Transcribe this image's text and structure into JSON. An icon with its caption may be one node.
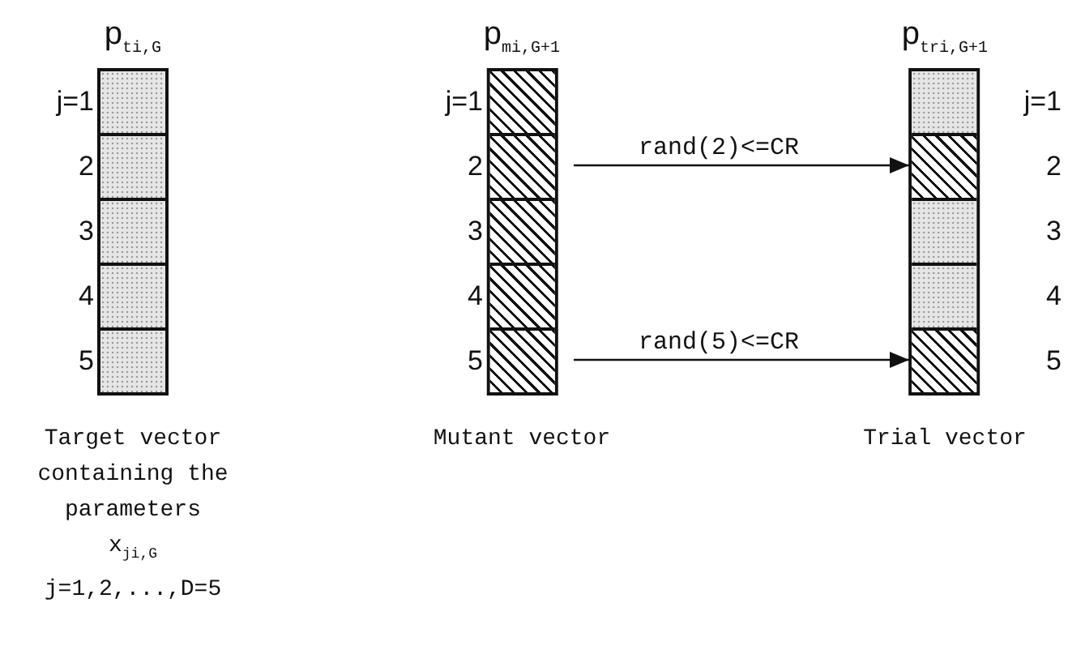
{
  "diagram": {
    "nodes": [
      {
        "text": [
          "p$_{ti,G}$"
        ],
        "beside": [
          "Target vector containing the parameters",
          "x$_{ji,G}$",
          "j=1,2,...,D=5"
        ]
      },
      {
        "text": [],
        "shape": "box",
        "in": 0
      },
      {
        "text": [],
        "shape": "box",
        "in": 0
      },
      {
        "text": [],
        "shape": "box",
        "in": 0
      },
      {
        "text": [],
        "shape": "box",
        "in": 0
      },
      {
        "text": [],
        "shape": "box",
        "in": 0
      },
      {
        "text": [
          "p$_{mi,G+1}$"
        ],
        "beside": [
          "Mutant vector"
        ]
      },
      {
        "text": [],
        "shape": "box",
        "in": 6
      },
      {
        "text": [],
        "shape": "box",
        "in": 6
      },
      {
        "text": [],
        "shape": "box",
        "in": 6
      },
      {
        "text": [],
        "shape": "box",
        "in": 6
      },
      {
        "text": [],
        "shape": "box",
        "in": 6
      },
      {
        "text": [
          "p$_{tri,G+1}$"
        ],
        "beside": [
          "Trial vector"
        ]
      },
      {
        "text": [],
        "shape": "box",
        "in": 12
      },
      {
        "text": [],
        "shape": "box",
        "in": 12
      },
      {
        "text": [],
        "shape": "box",
        "in": 12
      },
      {
        "text": [],
        "shape": "box",
        "in": 12
      },
      {
        "text": [],
        "shape": "box",
        "in": 12
      }
    ],
    "edges": [
      {
        "from": 8,
        "to": 14,
        "arrow": "to",
        "label": "rand(2)<=CR"
      },
      {
        "from": 11,
        "to": 17,
        "arrow": "to",
        "label": "rand(5)<=CR"
      }
    ],
    "labels": [
      "j=1",
      "2",
      "3",
      "4",
      "5",
      "j=1",
      "2",
      "3",
      "4",
      "5",
      "j=1",
      "2",
      "3",
      "4",
      "5"
    ]
  }
}
